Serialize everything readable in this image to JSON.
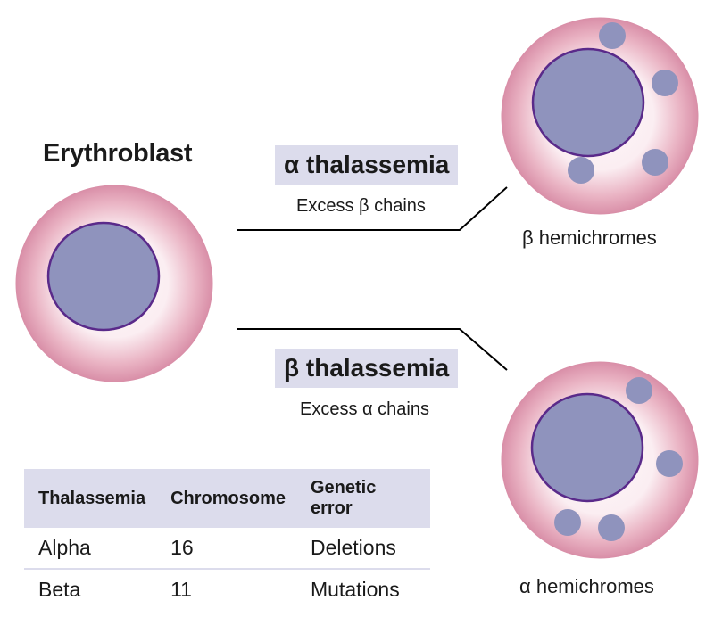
{
  "title": "Erythroblast",
  "alpha_label": "α thalassemia",
  "alpha_sub": "Excess  β chains",
  "beta_label": "β thalassemia",
  "beta_sub": "Excess α chains",
  "beta_hemi": "β hemichromes",
  "alpha_hemi": "α hemichromes",
  "table": {
    "headers": [
      "Thalassemia",
      "Chromosome",
      "Genetic error"
    ],
    "rows": [
      [
        "Alpha",
        "16",
        "Deletions"
      ],
      [
        "Beta",
        "11",
        "Mutations"
      ]
    ]
  },
  "colors": {
    "cell_outer": "#d98fa8",
    "cell_inner": "#fdf5f8",
    "nucleus": "#8f93bd",
    "nucleus_border": "#5a2a8a",
    "label_bg": "#dcdcec",
    "line": "#000000"
  }
}
